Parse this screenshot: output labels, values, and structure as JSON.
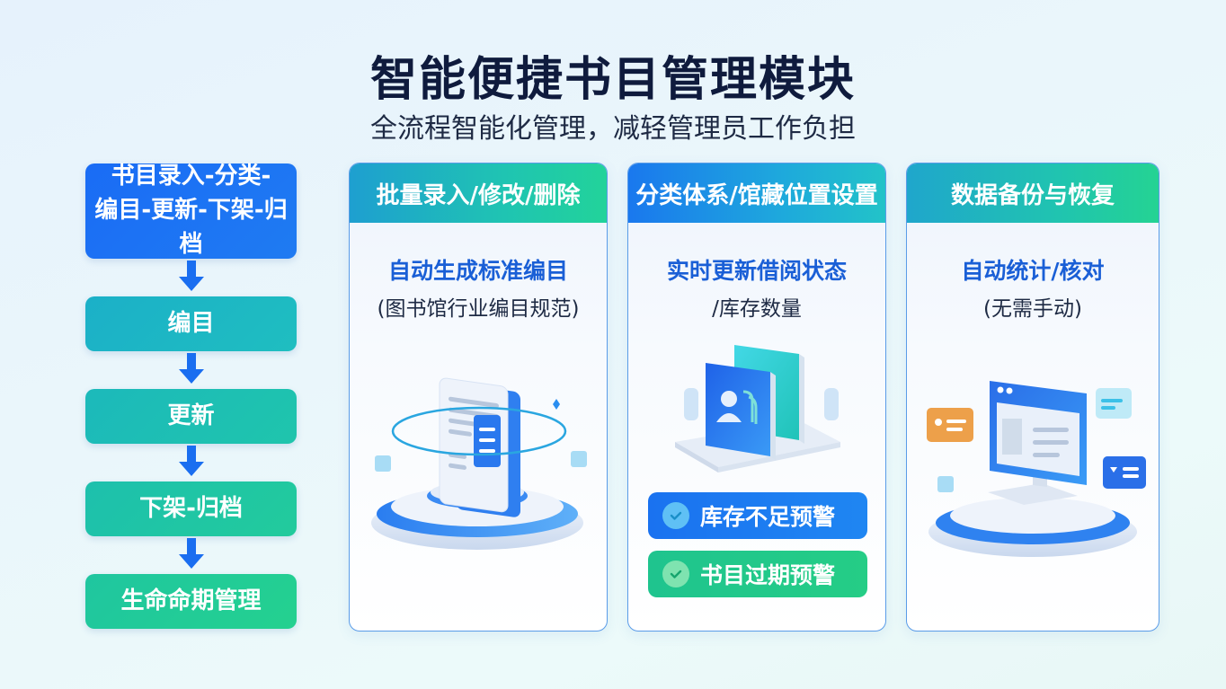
{
  "header": {
    "title": "智能便捷书目管理模块",
    "subtitle": "全流程智能化管理，减轻管理员工作负担"
  },
  "flow": {
    "steps": [
      {
        "label_line1": "书目录入-分类-",
        "label_line2": "编目-更新-下架-归档"
      },
      {
        "label": "编目"
      },
      {
        "label": "更新"
      },
      {
        "label": "下架-归档"
      },
      {
        "label": "生命命期管理"
      }
    ],
    "arrow_color": "#1a6ef0"
  },
  "cards": [
    {
      "header": "批量录入/修改/删除",
      "main": "自动生成标准编目",
      "sub": "(图书馆行业编目规范)",
      "illustration": "document-on-pedestal-icon"
    },
    {
      "header": "分类体系/馆藏位置设置",
      "main": "实时更新借阅状态",
      "sub": "/库存数量",
      "illustration": "user-cards-icon",
      "badges": [
        {
          "label": "库存不足预警",
          "icon": "check-circle-icon",
          "color": "#1a72f0"
        },
        {
          "label": "书目过期预警",
          "icon": "check-circle-icon",
          "color": "#1fc48e"
        }
      ]
    },
    {
      "header": "数据备份与恢复",
      "main": "自动统计/核对",
      "sub": "(无需手动)",
      "illustration": "computer-on-pedestal-icon"
    }
  ],
  "colors": {
    "title": "#0f1b3d",
    "accent_blue": "#1a6cf5",
    "accent_green": "#22d39a",
    "card_border": "#5a9ce8",
    "highlight_text": "#1a5fd6"
  }
}
